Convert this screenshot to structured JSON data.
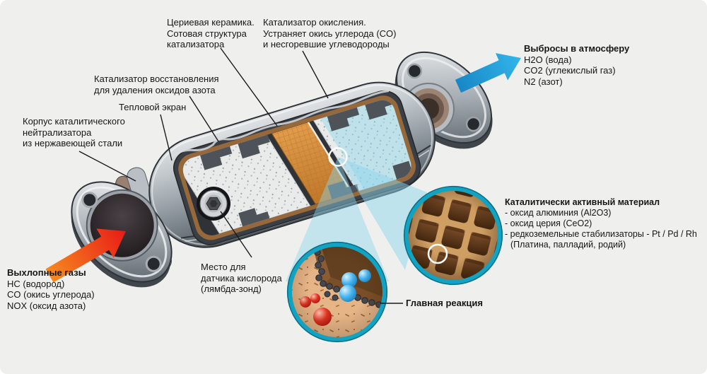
{
  "colors": {
    "background": "#eff0ee",
    "exhaust_arrow_red": "#ea2b1d",
    "emission_arrow_blue": "#1f9ad6",
    "inset_ring_teal": "#13a3c2",
    "ceramic_band_orange": "#d08a3a",
    "honeycomb_tan": "#cf9e63"
  },
  "labels": {
    "cerium": {
      "lines": [
        "Цериевая керамика.",
        "Сотовая структура",
        "катализатора"
      ]
    },
    "oxidation": {
      "lines": [
        "Катализатор окисления.",
        "Устраняет окись углерода (CO)",
        "и несгоревшие углеводороды"
      ]
    },
    "emissions": {
      "title": "Выбросы в атмосферу",
      "items": [
        "H2O (вода)",
        "CO2 (углекислый газ)",
        "N2 (азот)"
      ]
    },
    "reduction": {
      "lines": [
        "Катализатор восстановления",
        "для удаления оксидов азота"
      ]
    },
    "heat_shield": {
      "text": "Тепловой экран"
    },
    "housing": {
      "lines": [
        "Корпус каталитического",
        "нейтрализатора",
        "из нержавеющей стали"
      ]
    },
    "exhaust": {
      "title": "Выхлопные газы",
      "items": [
        "HC (водород)",
        "CO (окись углерода)",
        "NOX (оксид азота)"
      ]
    },
    "sensor": {
      "lines": [
        "Место для",
        "датчика кислорода",
        "(лямбда-зонд)"
      ]
    },
    "active_material": {
      "title": "Каталитически активный материал",
      "items": [
        "- оксид алюминия (Al2O3)",
        "- оксид церия (CeO2)",
        "- редкоземельные стабилизаторы - Pt / Pd / Rh",
        "(Платина, палладий, родий)"
      ]
    },
    "main_reaction": {
      "text": "Главная реакция"
    }
  }
}
